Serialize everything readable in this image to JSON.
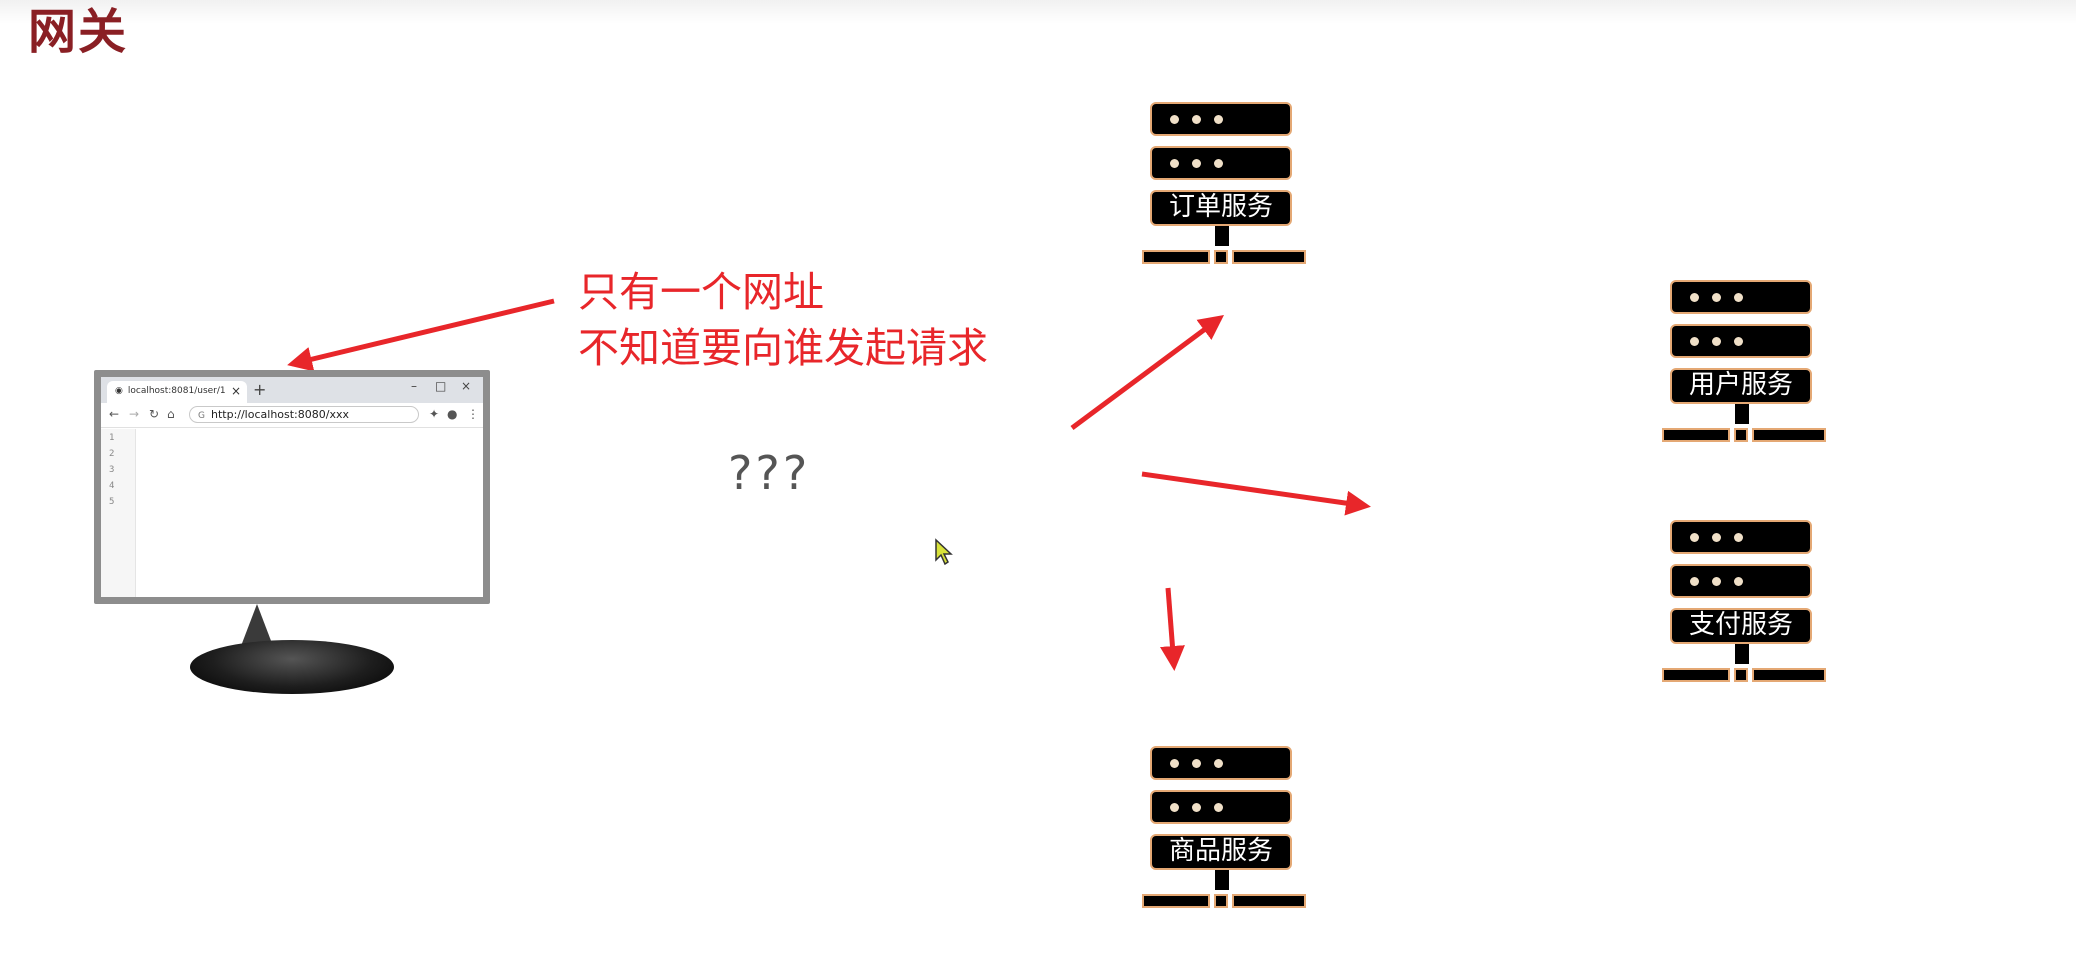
{
  "page": {
    "title": "网关"
  },
  "annotation": {
    "line1": "只有一个网址",
    "line2": "不知道要向谁发起请求"
  },
  "question": "???",
  "browser": {
    "tab_title": "localhost:8081/user/1",
    "url": "http://localhost:8080/xxx",
    "line_numbers": [
      "1",
      "2",
      "3",
      "4",
      "5"
    ]
  },
  "services": {
    "order": "订单服务",
    "user": "用户服务",
    "payment": "支付服务",
    "product": "商品服务"
  },
  "colors": {
    "accent_red": "#e8262a",
    "title_red": "#8a1f24",
    "server_outline": "#e4a874"
  }
}
